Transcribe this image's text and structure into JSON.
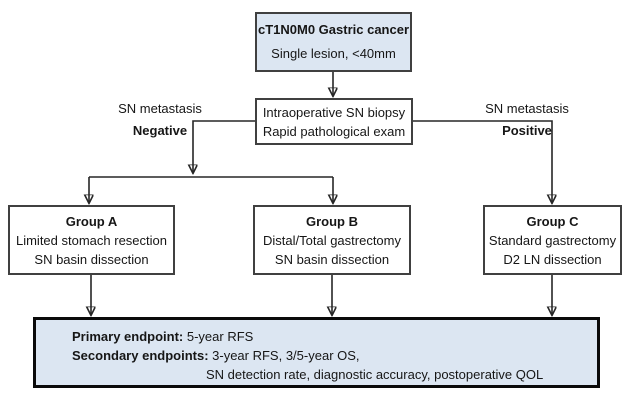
{
  "diagram": {
    "top_box": {
      "title": "cT1N0M0 Gastric cancer",
      "subtitle": "Single lesion, <40mm"
    },
    "biopsy_box": {
      "line1": "Intraoperative SN biopsy",
      "line2": "Rapid pathological exam"
    },
    "left_branch": {
      "label": "SN metastasis",
      "result": "Negative"
    },
    "right_branch": {
      "label": "SN metastasis",
      "result": "Positive"
    },
    "groups": [
      {
        "name": "Group A",
        "line1": "Limited stomach resection",
        "line2": "SN basin dissection"
      },
      {
        "name": "Group B",
        "line1": "Distal/Total gastrectomy",
        "line2": "SN basin dissection"
      },
      {
        "name": "Group C",
        "line1": "Standard gastrectomy",
        "line2": "D2 LN dissection"
      }
    ],
    "endpoints_box": {
      "primary_label": "Primary endpoint:",
      "primary_value": " 5-year RFS",
      "secondary_label": "Secondary endpoints:",
      "secondary_value": " 3-year RFS, 3/5-year OS,",
      "secondary_line2": "SN detection rate, diagnostic accuracy, postoperative QOL"
    },
    "colors": {
      "box_fill_blue": "#dce6f2",
      "box_border": "#404040",
      "endpoints_border": "#0a0a0a",
      "line": "#262626"
    }
  }
}
